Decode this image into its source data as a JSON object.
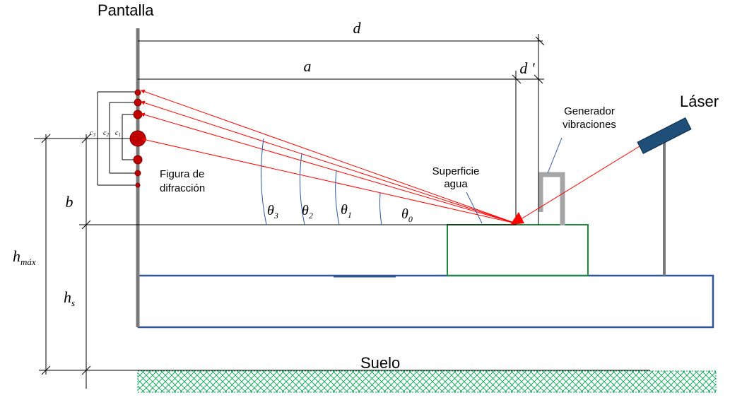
{
  "labels": {
    "pantalla": "Pantalla",
    "laser": "Láser",
    "suelo": "Suelo",
    "superficie_line1": "Superficie",
    "superficie_line2": "agua",
    "generador_line1": "Generador",
    "generador_line2": "vibraciones",
    "figura_line1": "Figura de",
    "figura_line2": "difracción"
  },
  "dimensions": {
    "d": "d",
    "a": "a",
    "d_prime": "d '",
    "b": "b",
    "h_max": "h",
    "h_max_sub": "máx",
    "h_s": "h",
    "h_s_sub": "s",
    "c3": "c",
    "c3_sub": "3",
    "c2": "c",
    "c2_sub": "2",
    "c1": "c",
    "c1_sub": "1"
  },
  "angles": {
    "theta3": "θ",
    "theta3_sub": "3",
    "theta2": "θ",
    "theta2_sub": "2",
    "theta1": "θ",
    "theta1_sub": "1",
    "theta0": "θ",
    "theta0_sub": "0"
  },
  "colors": {
    "screen": "#7a7a7a",
    "table": "#2f5597",
    "tank": "#1f8a3c",
    "ray": "#ff0000",
    "spot": "#c00000",
    "laser_body": "#1f4e79",
    "generator": "#a6a6a6",
    "floor_hatch": "#00a050"
  }
}
